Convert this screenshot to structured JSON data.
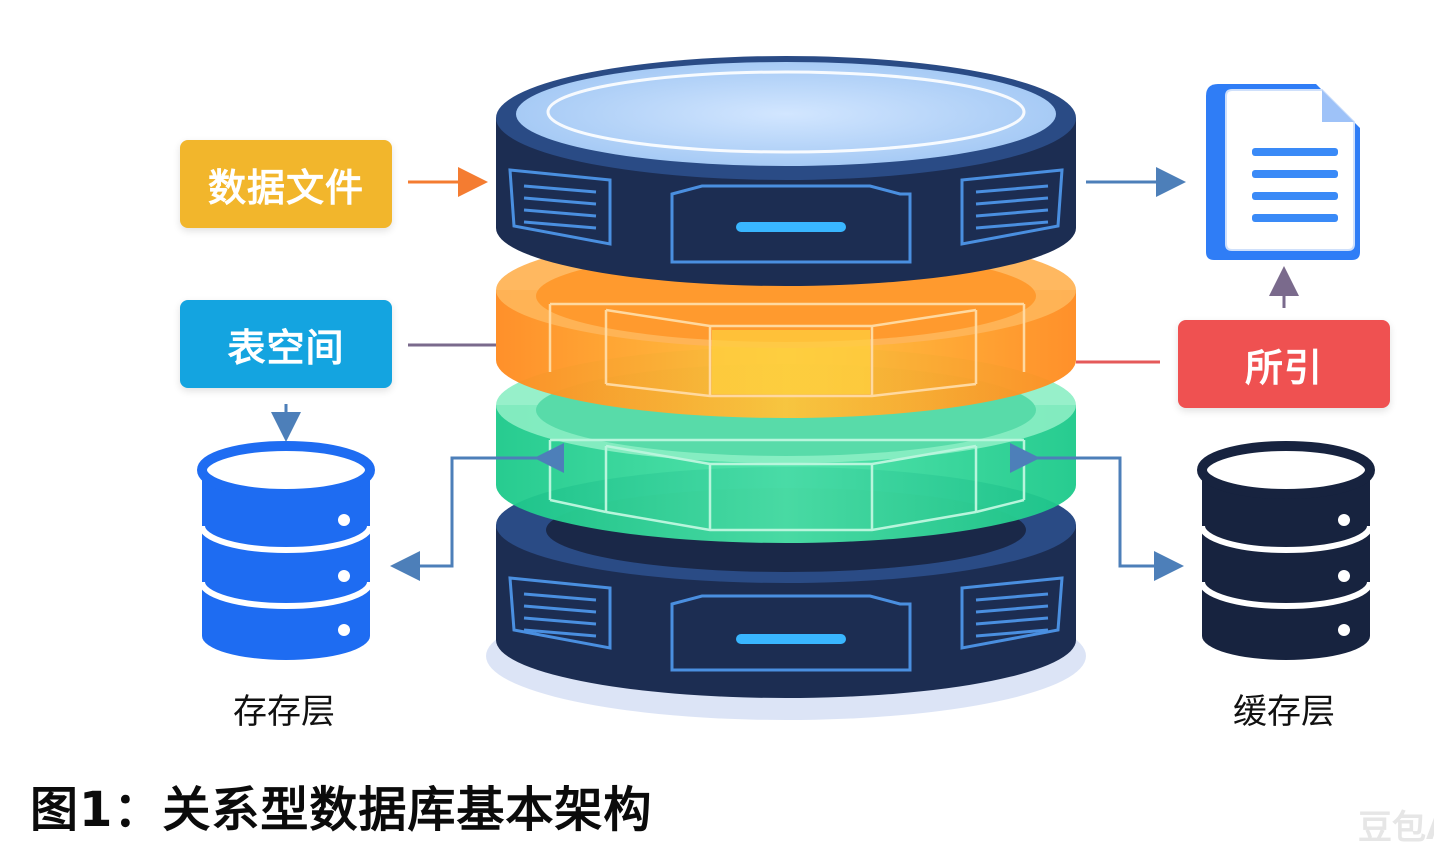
{
  "labels": {
    "data_files": "数据文件",
    "tablespace": "表空间",
    "index": "所引"
  },
  "captions": {
    "storage_layer": "存存层",
    "cache_layer": "缓存层"
  },
  "figure_title": "图1：关系型数据库基本架构",
  "watermark": "豆包AI",
  "colors": {
    "data_files_box": "#f2b62c",
    "tablespace_box": "#14a4e0",
    "index_box": "#ef5151",
    "db_navy": "#1c2d52",
    "db_top": "#bcd9fb",
    "db_accent": "#39b6ff",
    "orange_layer": "#ff9b2e",
    "green_layer": "#38d79b",
    "storage_db": "#1e6cf2",
    "cache_db": "#17233f",
    "doc_blue": "#2f7df6",
    "arrow_orange": "#f47c31",
    "arrow_blue": "#4d7fb9",
    "arrow_purple": "#7a6a8c",
    "arrow_red": "#e55a5a"
  },
  "icons": {
    "main": "database-stack-icon",
    "document": "document-icon",
    "storage": "database-icon",
    "cache": "database-icon"
  }
}
